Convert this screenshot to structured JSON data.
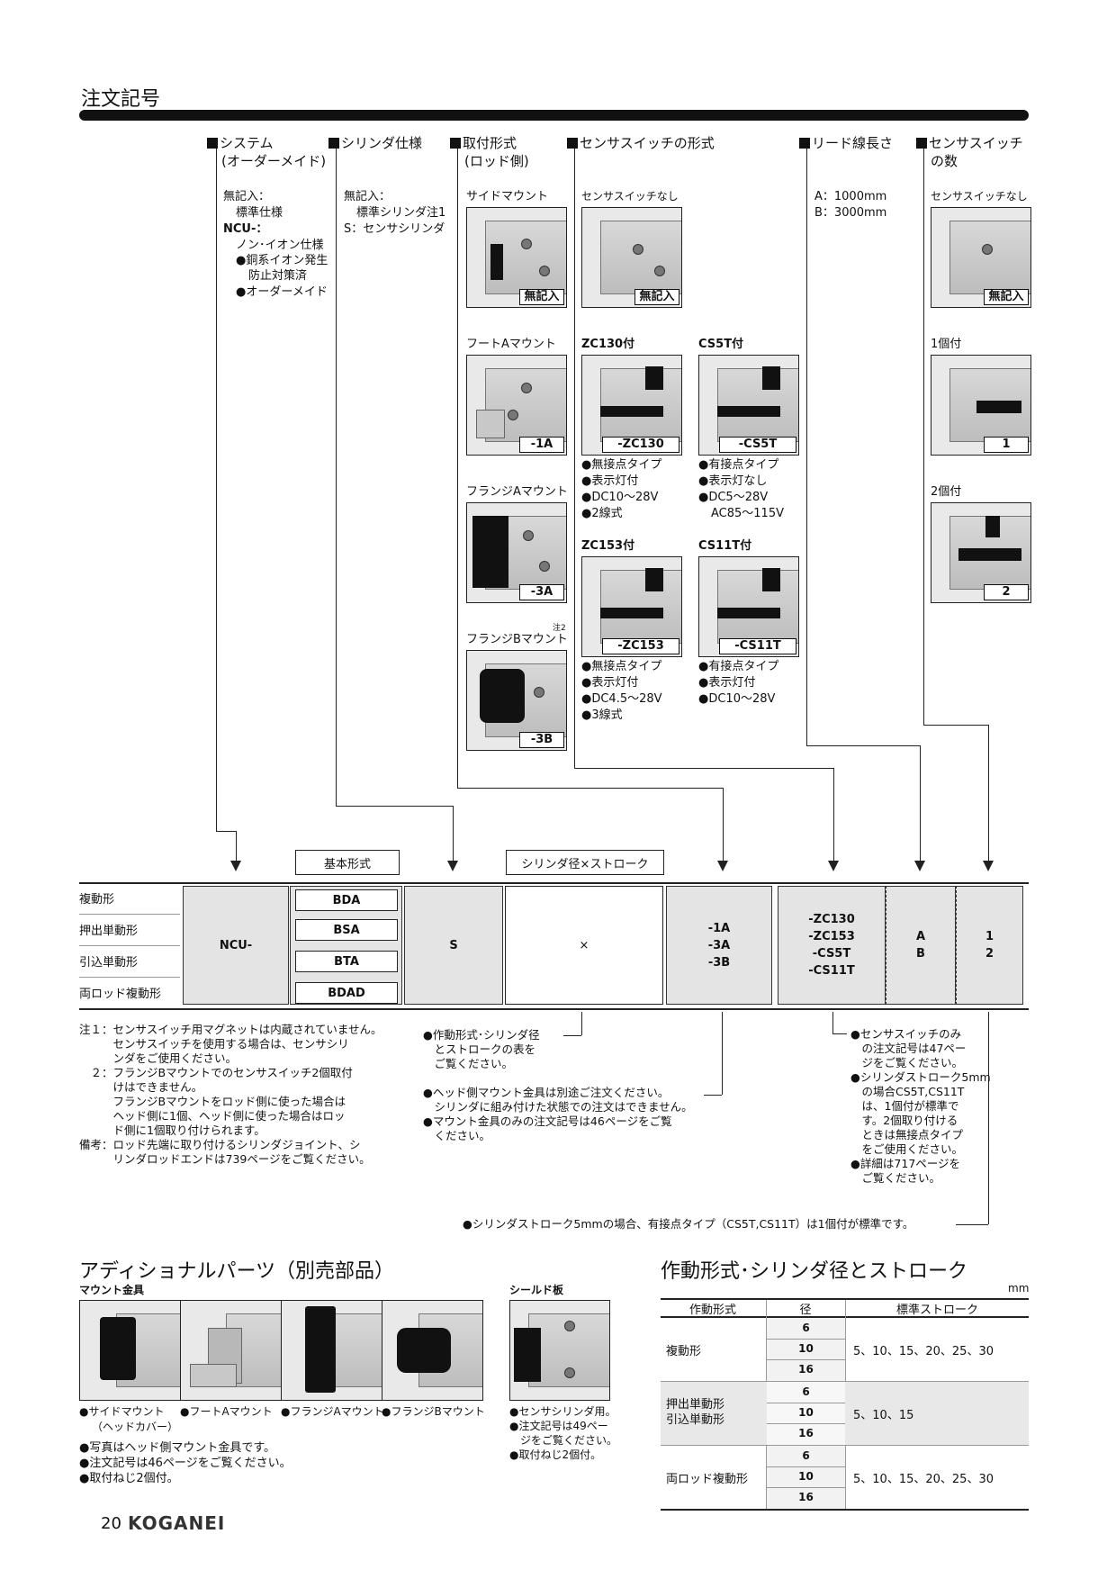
{
  "title": "注文記号",
  "columns": {
    "system": {
      "header1": "システム",
      "header2": "(オーダーメイド)",
      "lines": [
        "無記入：",
        "標準仕様",
        "NCU-：",
        "ノン･イオン仕様",
        "●銅系イオン発生",
        "防止対策済",
        "●オーダーメイド"
      ]
    },
    "cylinder": {
      "header1": "シリンダ仕様",
      "lines": [
        "無記入：",
        "標準シリンダ注1",
        "S：センサシリンダ"
      ]
    },
    "mount": {
      "header1": "取付形式",
      "header2": "(ロッド側)",
      "items": [
        {
          "name": "サイドマウント",
          "code": "無記入"
        },
        {
          "name": "フートAマウント",
          "code": "-1A"
        },
        {
          "name": "フランジAマウント",
          "code": "-3A"
        },
        {
          "name": "フランジBマウント",
          "note": "注2",
          "code": "-3B"
        }
      ]
    },
    "sensor": {
      "header1": "センサスイッチの形式",
      "none": {
        "name": "センサスイッチなし",
        "code": "無記入"
      },
      "zc130": {
        "name": "ZC130付",
        "code": "-ZC130",
        "spec": [
          "●無接点タイプ",
          "●表示灯付",
          "●DC10～28V",
          "●2線式"
        ]
      },
      "cs5t": {
        "name": "CS5T付",
        "code": "-CS5T",
        "spec": [
          "●有接点タイプ",
          "●表示灯なし",
          "●DC5～28V",
          "AC85～115V"
        ]
      },
      "zc153": {
        "name": "ZC153付",
        "code": "-ZC153",
        "spec": [
          "●無接点タイプ",
          "●表示灯付",
          "●DC4.5～28V",
          "●3線式"
        ]
      },
      "cs11t": {
        "name": "CS11T付",
        "code": "-CS11T",
        "spec": [
          "●有接点タイプ",
          "●表示灯付",
          "●DC10～28V"
        ]
      }
    },
    "lead": {
      "header1": "リード線長さ",
      "lines": [
        "A：1000mm",
        "B：3000mm"
      ]
    },
    "count": {
      "header1": "センサスイッチ",
      "header2": "の数",
      "items": [
        {
          "name": "センサスイッチなし",
          "code": "無記入"
        },
        {
          "name": "1個付",
          "code": "1"
        },
        {
          "name": "2個付",
          "code": "2"
        }
      ]
    }
  },
  "code_table": {
    "basic_label": "基本形式",
    "bore_label": "シリンダ径×ストローク",
    "rows": [
      "複動形",
      "押出単動形",
      "引込単動形",
      "両ロッド複動形"
    ],
    "system_value": "NCU-",
    "basics": [
      "BDA",
      "BSA",
      "BTA",
      "BDAD"
    ],
    "cylinder_value": "S",
    "bore_value": "×",
    "mount_values": "-1A\n-3A\n-3B",
    "sensor_values": "-ZC130\n-ZC153\n-CS5T\n-CS11T",
    "lead_values": "A\nB",
    "count_values": "1\n2"
  },
  "notes": {
    "left": "注１：センサスイッチ用マグネットは内蔵されていません。\n　　　センサスイッチを使用する場合は、センサシリ\n　　　ンダをご使用ください。\n　２：フランジBマウントでのセンサスイッチ2個取付\n　　　けはできません。\n　　　フランジBマウントをロッド側に使った場合は\n　　　ヘッド側に1個、ヘッド側に使った場合はロッ\n　　　ド側に1個取り付けられます。\n備考：ロッド先端に取り付けるシリンダジョイント、シ\n　　　リンダロッドエンドは739ページをご覧ください。",
    "middle1": "●作動形式･シリンダ径\n　とストロークの表を\n　ご覧ください。",
    "middle2": "●ヘッド側マウント金具は別途ご注文ください。\n　シリンダに組み付けた状態での注文はできません。\n●マウント金具のみの注文記号は46ページをご覧\n　ください。",
    "right": "●センサスイッチのみ\n　の注文記号は47ペー\n　ジをご覧ください。\n●シリンダストローク5mm\n　の場合CS5T,CS11T\n　は、1個付が標準で\n　す。2個取り付ける\n　ときは無接点タイプ\n　をご使用ください。\n●詳細は717ページを\n　ご覧ください。",
    "bottom": "●シリンダストローク5mmの場合、有接点タイプ（CS5T,CS11T）は1個付が標準です。"
  },
  "additional": {
    "title": "アディショナルパーツ（別売部品）",
    "mount_label": "マウント金具",
    "shield_label": "シールド板",
    "mount_captions": [
      "●サイドマウント",
      "（ヘッドカバー）",
      "●フートAマウント",
      "●フランジAマウント",
      "●フランジBマウント"
    ],
    "mount_notes": "●写真はヘッド側マウント金具です。\n●注文記号は46ページをご覧ください。\n●取付ねじ2個付。",
    "shield_notes": "●センサシリンダ用。\n●注文記号は49ペー\n　ジをご覧ください。\n●取付ねじ2個付。"
  },
  "stroke_table": {
    "title": "作動形式･シリンダ径とストローク",
    "unit": "mm",
    "headers": [
      "作動形式",
      "径",
      "標準ストローク"
    ],
    "groups": [
      {
        "type": "複動形",
        "bores": [
          "6",
          "10",
          "16"
        ],
        "stroke": "5、10、15、20、25、30"
      },
      {
        "type": "押出単動形\n引込単動形",
        "bores": [
          "6",
          "10",
          "16"
        ],
        "stroke": "5、10、15"
      },
      {
        "type": "両ロッド複動形",
        "bores": [
          "6",
          "10",
          "16"
        ],
        "stroke": "5、10、15、20、25、30"
      }
    ]
  },
  "footer": {
    "page": "20",
    "brand": "KOGANEI"
  }
}
